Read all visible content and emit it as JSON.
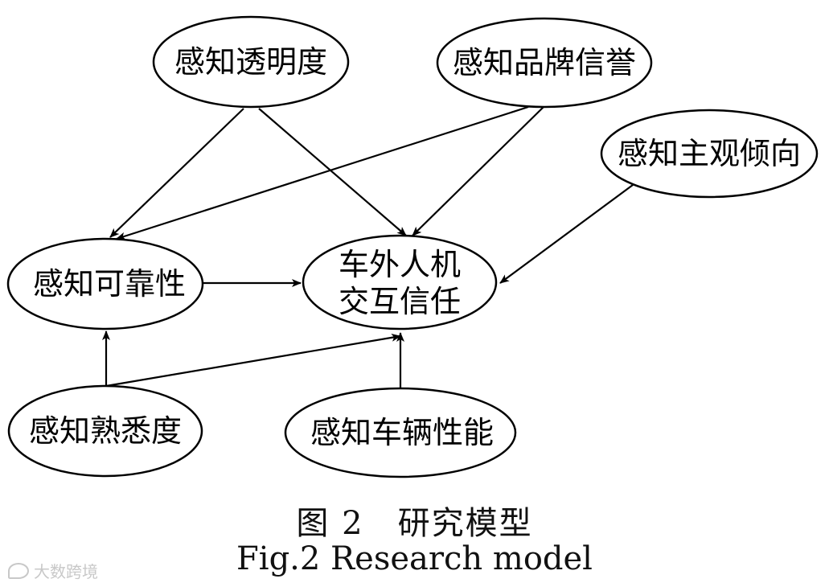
{
  "diagram": {
    "nodes": [
      {
        "id": "transparency",
        "label": "感知透明度"
      },
      {
        "id": "brand",
        "label": "感知品牌信誉"
      },
      {
        "id": "subjective",
        "label": "感知主观倾向"
      },
      {
        "id": "reliability",
        "label": "感知可靠性"
      },
      {
        "id": "trust",
        "label_lines": [
          "车外人机",
          "交互信任"
        ]
      },
      {
        "id": "familiarity",
        "label": "感知熟悉度"
      },
      {
        "id": "performance",
        "label": "感知车辆性能"
      }
    ],
    "edges": [
      {
        "from": "transparency",
        "to": "reliability"
      },
      {
        "from": "transparency",
        "to": "trust"
      },
      {
        "from": "brand",
        "to": "reliability"
      },
      {
        "from": "brand",
        "to": "trust"
      },
      {
        "from": "subjective",
        "to": "trust"
      },
      {
        "from": "reliability",
        "to": "trust"
      },
      {
        "from": "familiarity",
        "to": "reliability"
      },
      {
        "from": "familiarity",
        "to": "trust"
      },
      {
        "from": "performance",
        "to": "trust"
      }
    ]
  },
  "caption": {
    "cn_number": "图 2",
    "cn_title": "研究模型",
    "en": "Fig.2 Research model"
  },
  "watermark": {
    "text": "大数跨境"
  }
}
